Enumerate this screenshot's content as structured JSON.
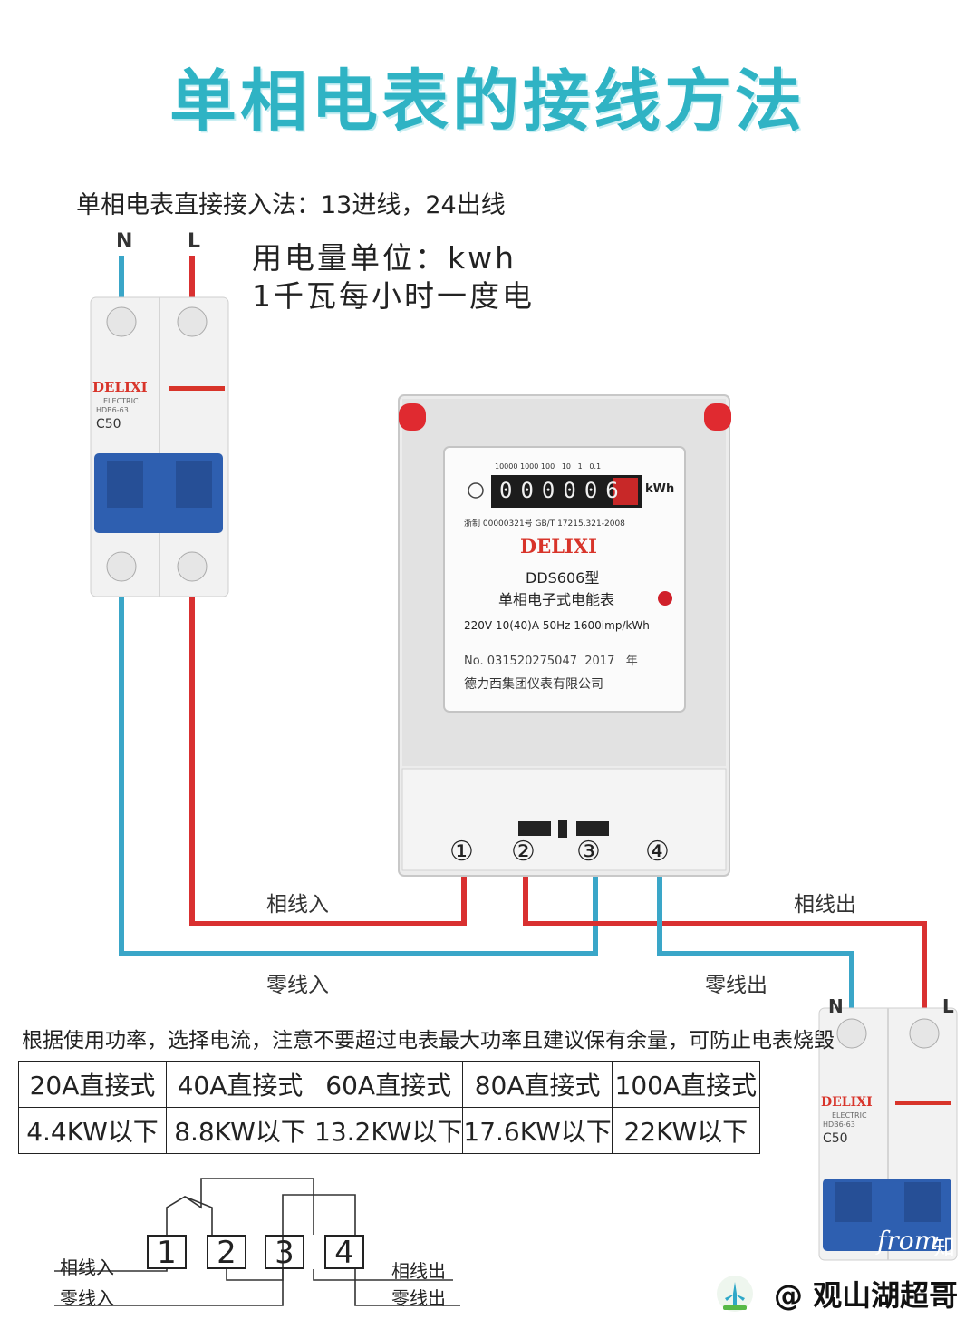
{
  "title": "单相电表的接线方法",
  "method_text": "单相电表直接接入法：13进线，24出线",
  "unit_line1": "用电量单位：kwh",
  "unit_line2": "1千瓦每小时一度电",
  "top_breaker": {
    "n_label": "N",
    "l_label": "L",
    "brand": "DELIXI",
    "sub": "ELECTRIC",
    "model": "HDB6-63",
    "rating": "C50"
  },
  "bottom_breaker": {
    "n_label": "N",
    "l_label": "L",
    "brand": "DELIXI",
    "sub": "ELECTRIC",
    "model": "HDB6-63",
    "rating": "C50"
  },
  "meter": {
    "scale_labels": [
      "10000",
      "1000",
      "100",
      "10",
      "1",
      "0.1"
    ],
    "register_digits": [
      "0",
      "0",
      "0",
      "0",
      "0",
      "6"
    ],
    "register_unit": "kWh",
    "cert": "浙制 00000321号  GB/T 17215.321-2008",
    "brand": "DELIXI",
    "model": "DDS606型",
    "name": "单相电子式电能表",
    "spec": "220V 10(40)A  50Hz  1600imp/kWh",
    "serial_prefix": "No.",
    "serial": "031520275047",
    "year": "2017",
    "year_suffix": "年",
    "maker": "德力西集团仪表有限公司",
    "terminals": [
      "①",
      "②",
      "③",
      "④"
    ]
  },
  "wire_labels": {
    "phase_in": "相线入",
    "phase_out": "相线出",
    "neutral_in": "零线入",
    "neutral_out": "零线出"
  },
  "hint": "根据使用功率，选择电流，注意不要超过电表最大功率且建议保有余量，可防止电表烧毁",
  "table": {
    "header": [
      "20A直接式",
      "40A直接式",
      "60A直接式",
      "80A直接式",
      "100A直接式"
    ],
    "values": [
      "4.4KW以下",
      "8.8KW以下",
      "13.2KW以下",
      "17.6KW以下",
      "22KW以下"
    ]
  },
  "schematic": {
    "terminals": [
      "1",
      "2",
      "3",
      "4"
    ],
    "phase_in": "相线入",
    "neutral_in": "零线入",
    "phase_out": "相线出",
    "neutral_out": "零线出"
  },
  "watermark": {
    "handle": "@ 观山湖超哥",
    "from": "from",
    "platform": "知"
  },
  "colors": {
    "title": "#2fb3c4",
    "phase_wire": "#d93030",
    "neutral_wire": "#3aa6c8",
    "breaker_handle": "#2e5fb0",
    "brand_red": "#d8342a"
  }
}
